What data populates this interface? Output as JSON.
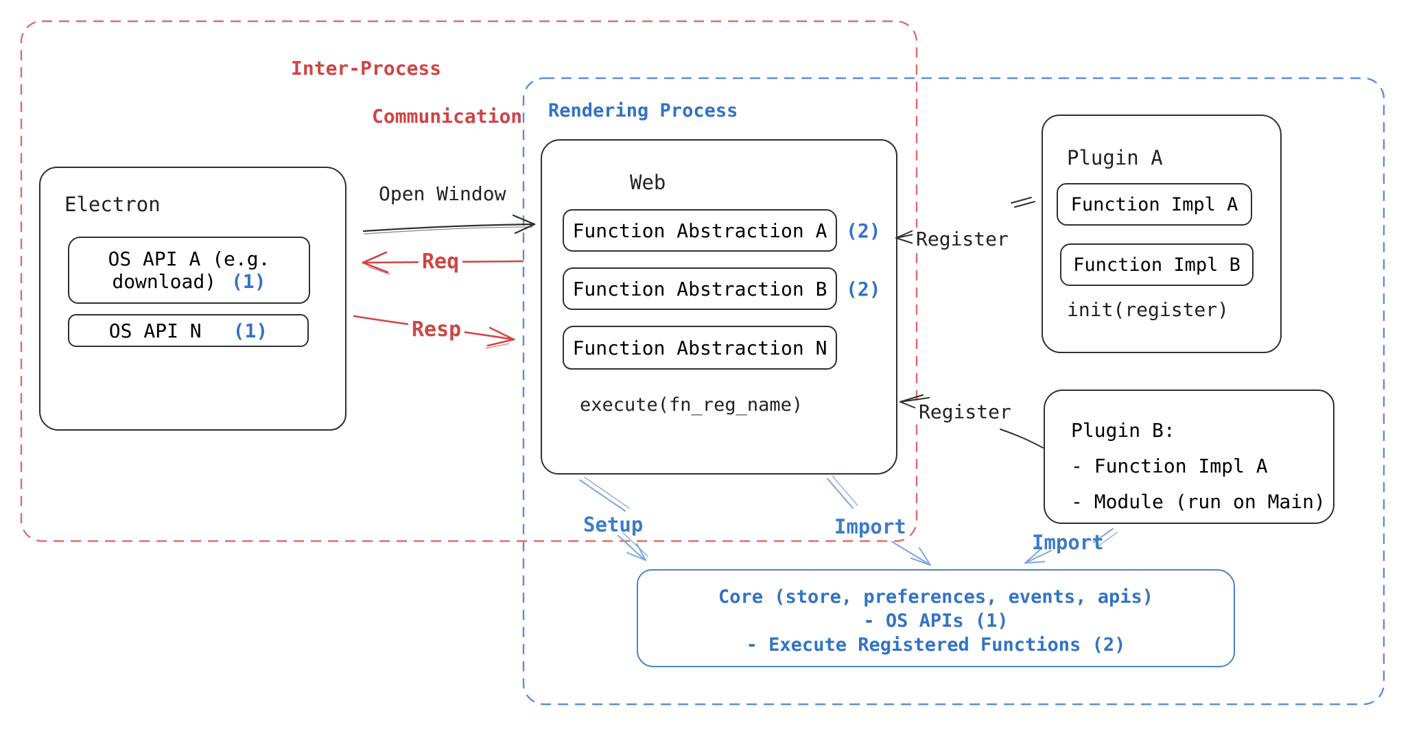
{
  "diagram": {
    "ipc_region": {
      "label_line1": "Inter-Process",
      "label_line2": "Communication"
    },
    "rendering_region": {
      "label": "Rendering Process"
    },
    "electron": {
      "title": "Electron",
      "os_api_a": {
        "line1": "OS API A (e.g.",
        "line2": "download)",
        "badge": "(1)"
      },
      "os_api_n": {
        "label": "OS API N",
        "badge": "(1)"
      }
    },
    "web": {
      "title": "Web",
      "abstractions": [
        {
          "label": "Function Abstraction A",
          "badge": "(2)"
        },
        {
          "label": "Function Abstraction B",
          "badge": "(2)"
        },
        {
          "label": "Function Abstraction N",
          "badge": ""
        }
      ],
      "execute_label": "execute(fn_reg_name)"
    },
    "plugin_a": {
      "title": "Plugin A",
      "impls": [
        "Function Impl A",
        "Function Impl B"
      ],
      "init_label": "init(register)"
    },
    "plugin_b": {
      "lines": [
        "Plugin B:",
        "- Function Impl A",
        "- Module (run on Main)"
      ]
    },
    "core": {
      "lines": [
        "Core (store, preferences, events, apis)",
        "- OS APIs (1)",
        "- Execute Registered Functions (2)"
      ]
    },
    "arrows": {
      "open_window": "Open Window",
      "req": "Req",
      "resp": "Resp",
      "register_a": "Register",
      "register_b": "Register",
      "setup": "Setup",
      "import_web": "Import",
      "import_plugin": "Import"
    }
  },
  "colors": {
    "ink": "#2e2e2e",
    "red_text": "#cf4545",
    "red_arrow": "#d24444",
    "red_dash_border": "#e06a6a",
    "blue_text": "#3273c5",
    "blue_dash_border": "#5a8ed8",
    "light_blue_arrow": "#7ba6de",
    "core_border": "#4a82cc"
  }
}
